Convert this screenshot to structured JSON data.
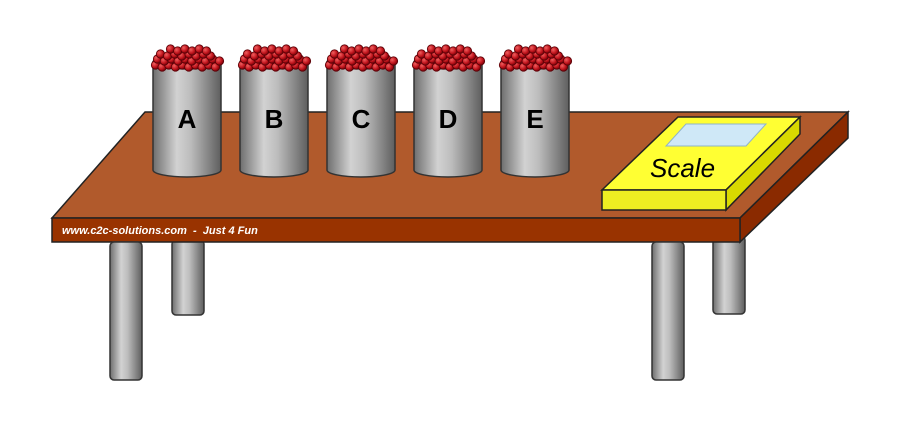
{
  "cans": [
    {
      "label": "A"
    },
    {
      "label": "B"
    },
    {
      "label": "C"
    },
    {
      "label": "D"
    },
    {
      "label": "E"
    }
  ],
  "scale": {
    "label": "Scale"
  },
  "table": {
    "credit": "www.c2c-solutions.com  -  Just 4 Fun"
  },
  "colors": {
    "table_top": "#b15a2c",
    "table_front": "#993300",
    "can_metal": "#a8a8a8",
    "balls": "#c0141c",
    "scale_body": "#ffff33",
    "scale_screen": "#cfe8f7"
  }
}
